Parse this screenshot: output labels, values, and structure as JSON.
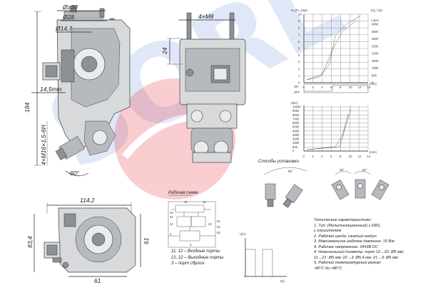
{
  "watermark": {
    "text": "SORL",
    "color": "#3c6ed2"
  },
  "front_view": {
    "dims": {
      "d30": "Ø≥30",
      "d28": "Ø28",
      "d14": "Ø14,7",
      "min": "14,5min",
      "h184": "184",
      "thread": "4×M16×1,5-6H",
      "angle": "60°"
    }
  },
  "side_view": {
    "dims": {
      "bolts": "4×M8",
      "h24": "24"
    }
  },
  "plan_view": {
    "dims": {
      "w114": "114,2",
      "h83": "83,4",
      "h61": "61",
      "w61": "61"
    }
  },
  "scheme": {
    "title": "Рабочая схема",
    "ports": [
      "11",
      "12",
      "21",
      "22",
      "3",
      "4",
      "41",
      "42",
      "51",
      "52",
      "53"
    ],
    "legend": [
      "11, 12 – Входные порты",
      "21, 22 – Выходные порты",
      "3 – порт сброса"
    ]
  },
  "mounting": {
    "title": "Способы установки",
    "angles": [
      "50°",
      "30°",
      "30°"
    ]
  },
  "current_plot": {
    "ylabel": "U(V)",
    "xlabel": "t(s)"
  },
  "pressure_plots": {
    "top_ylabel": "P₂₁/P₂₂ (bar)",
    "top_right_label": "I(1) / I(2)",
    "top_right_unit": "I (мА)",
    "y_ticks": [
      "0",
      "1",
      "2",
      "3",
      "4",
      "5",
      "6",
      "7",
      "8",
      "9",
      "10"
    ],
    "x_ticks": [
      "0",
      "2",
      "4",
      "6",
      "8",
      "10",
      "12",
      "14"
    ],
    "x_unit": "(mm)",
    "current_ticks": [
      "4000",
      "3500",
      "3000",
      "2500",
      "2000",
      "1500",
      "1000",
      "500",
      "0"
    ],
    "switch_labels": [
      "ON",
      "OFF"
    ],
    "bottom_ylabel": "I(мА)",
    "bottom_ticks": [
      "10000",
      "9000",
      "8000",
      "7000",
      "6000",
      "5000",
      "4000",
      "3000",
      "2000",
      "1000",
      "500",
      "0"
    ]
  },
  "spec": {
    "title": "Технические характеристики:",
    "lines": [
      "1. Тип: (Мультисекционный) с EBS,",
      "с глушителем",
      "2. Рабочая среда: сжатый воздух",
      "3. Максимальное рабочее давление: 15 Bar",
      "4. Рабочее напряжение: 24±6В DC",
      "4. Номинальный диаметр: порт 12→22: Ø6 мм;",
      "11→21: Ø5 мм; 22→3: Ø5,4 мм; 21→3: Ø5 мм",
      "5. Рабочий температурный режим:",
      "-40°С до +80°С"
    ]
  }
}
